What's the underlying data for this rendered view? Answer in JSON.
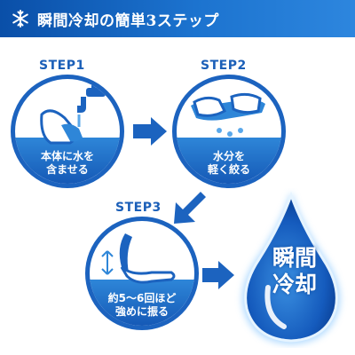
{
  "header": {
    "title": "瞬間冷却の簡単3ステップ",
    "icon": "snowflake-icon",
    "background": "#0a4fa8"
  },
  "steps": [
    {
      "label": "STEP1",
      "caption_line1": "本体に水を",
      "caption_line2": "含ませる",
      "icon": "faucet-hands-icon"
    },
    {
      "label": "STEP2",
      "caption_line1": "水分を",
      "caption_line2": "軽く絞る",
      "icon": "wringing-hands-icon"
    },
    {
      "label": "STEP3",
      "caption_line1": "約5～6回ほど",
      "caption_line2": "強めに振る",
      "icon": "shaking-hand-icon"
    }
  ],
  "result": {
    "line1": "瞬間",
    "line2": "冷却",
    "icon": "water-drop-icon"
  },
  "colors": {
    "accent": "#1c63bf",
    "light_blue": "#2e86d8",
    "text_blue": "#1b5fb8"
  }
}
